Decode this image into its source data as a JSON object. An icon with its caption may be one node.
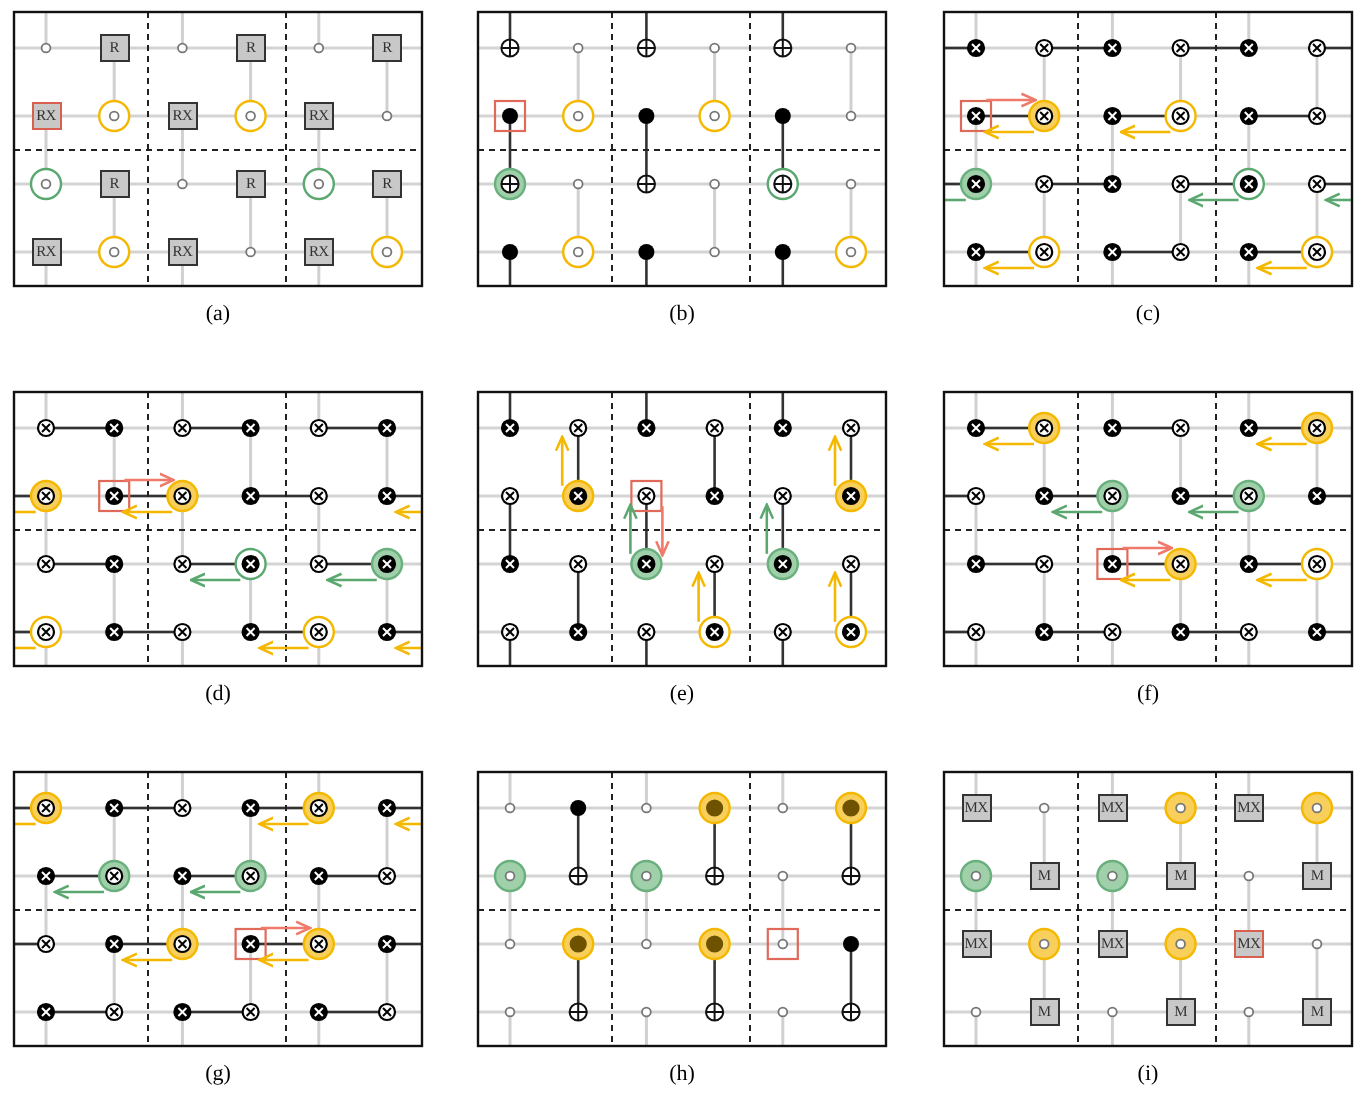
{
  "diagram": {
    "nodes": [
      {
        "text": [
          "R"
        ]
      },
      {
        "text": [
          "R"
        ]
      },
      {
        "text": [
          "R"
        ]
      },
      {
        "text": [
          "RX"
        ]
      },
      {
        "text": [
          "RX"
        ]
      },
      {
        "text": [
          "RX"
        ]
      },
      {
        "text": [
          "R"
        ]
      },
      {
        "text": [
          "R"
        ]
      },
      {
        "text": [
          "R"
        ]
      },
      {
        "text": [
          "RX"
        ]
      },
      {
        "text": [
          "RX"
        ]
      },
      {
        "text": [
          "RX"
        ]
      },
      {
        "text": [
          "MX"
        ]
      },
      {
        "text": [
          "MX"
        ]
      },
      {
        "text": [
          "MX"
        ]
      },
      {
        "text": [
          "M"
        ]
      },
      {
        "text": [
          "M"
        ]
      },
      {
        "text": [
          "M"
        ]
      },
      {
        "text": [
          "MX"
        ]
      },
      {
        "text": [
          "MX"
        ]
      },
      {
        "text": [
          "MX"
        ]
      },
      {
        "text": [
          "M"
        ]
      },
      {
        "text": [
          "M"
        ]
      },
      {
        "text": [
          "M"
        ]
      }
    ],
    "labels": [
      "(a)",
      "(b)",
      "(c)",
      "(d)",
      "(e)",
      "(f)",
      "(g)",
      "(h)",
      "(i)"
    ]
  }
}
